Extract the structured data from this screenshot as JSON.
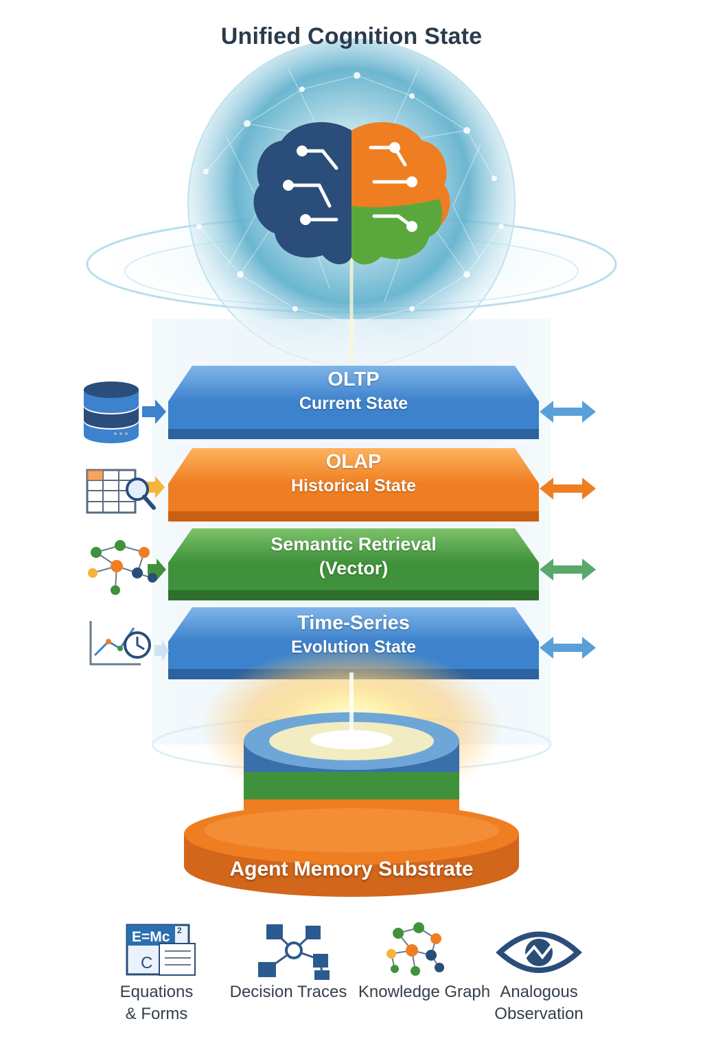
{
  "title": "Unified Cognition State",
  "layers": [
    {
      "line1": "OLTP",
      "line2": "Current State",
      "color": "#3d82cc",
      "icon": "database-icon"
    },
    {
      "line1": "OLAP",
      "line2": "Historical State",
      "color": "#ef7e22",
      "icon": "table-search-icon"
    },
    {
      "line1": "Semantic Retrieval",
      "line2": "(Vector)",
      "color": "#3f923b",
      "icon": "network-nodes-icon"
    },
    {
      "line1": "Time-Series",
      "line2": "Evolution State",
      "color": "#3d82cc",
      "icon": "chart-clock-icon"
    }
  ],
  "substrate": {
    "label": "Agent Memory Substrate"
  },
  "sources": [
    {
      "line1": "Equations",
      "line2": "& Forms",
      "icon": "equation-form-icon"
    },
    {
      "line1": "Decision Traces",
      "line2": "",
      "icon": "decision-tree-icon"
    },
    {
      "line1": "Knowledge Graph",
      "line2": "",
      "icon": "knowledge-graph-icon"
    },
    {
      "line1": "Analogous",
      "line2": "Observation",
      "icon": "eye-icon"
    }
  ],
  "icon_texts": {
    "equation": "E=Mc",
    "equation_exp": "2",
    "form": "C"
  },
  "colors": {
    "blue": "#3d82cc",
    "orange": "#ef7e22",
    "green": "#3f923b",
    "navy": "#2a4d7a",
    "title": "#2a3b4c"
  }
}
